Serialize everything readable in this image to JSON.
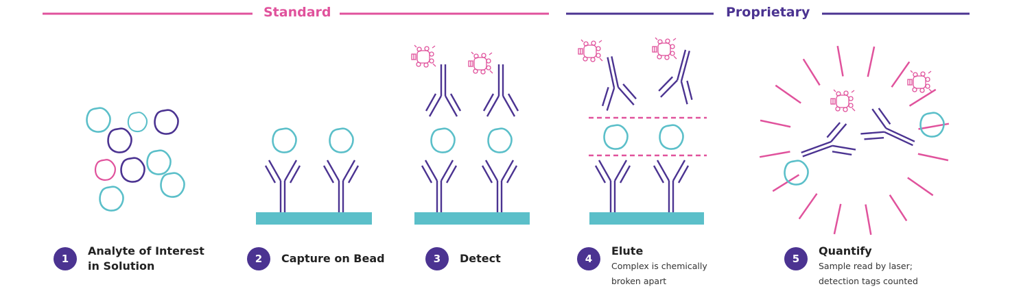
{
  "header": {
    "standard": "Standard",
    "proprietary": "Proprietary"
  },
  "colors": {
    "pink": "#e0529c",
    "purple": "#4b3391",
    "teal": "#5bbfc9"
  },
  "steps": [
    {
      "number": "1",
      "title_line1": "Analyte of Interest",
      "title_line2": "in Solution"
    },
    {
      "number": "2",
      "title": "Capture on Bead"
    },
    {
      "number": "3",
      "title": "Detect"
    },
    {
      "number": "4",
      "title": "Elute",
      "desc_line1": "Complex is chemically",
      "desc_line2": "broken apart"
    },
    {
      "number": "5",
      "title": "Quantify",
      "desc_line1": "Sample read by laser;",
      "desc_line2": "detection tags counted"
    }
  ]
}
